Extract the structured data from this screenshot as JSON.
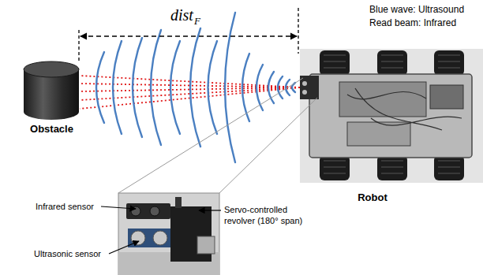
{
  "diagram": {
    "nodes": [
      {
        "text": [
          "Obstacle"
        ]
      },
      {
        "text": [
          "Robot"
        ]
      }
    ],
    "labels": [
      "Blue wave: Ultrasound",
      "Read beam: Infrared",
      "dist",
      "F",
      "Infrared sensor",
      "Ultrasonic sensor",
      "Servo-controlled revolver (180° span)"
    ]
  }
}
